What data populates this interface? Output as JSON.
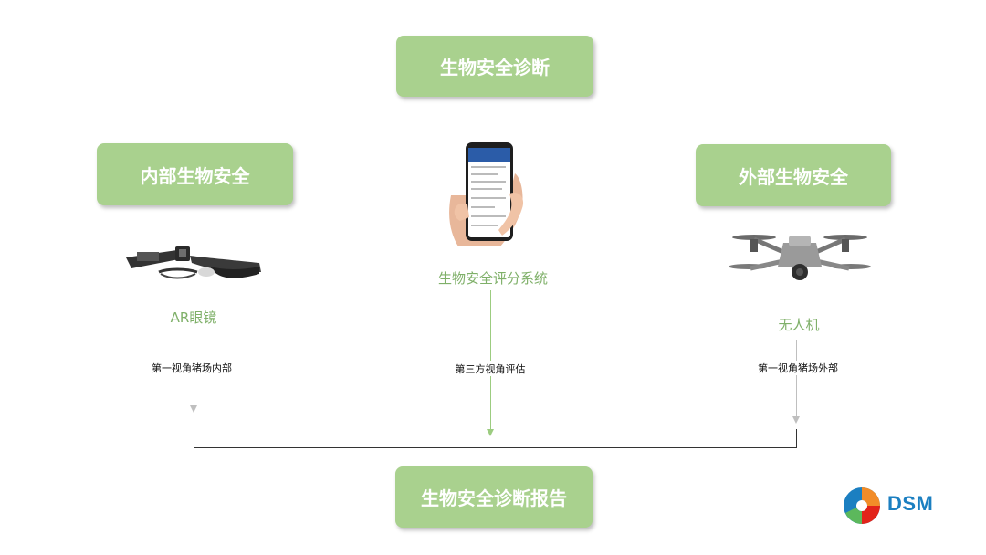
{
  "top_box": {
    "label": "生物安全诊断"
  },
  "left_box": {
    "label": "内部生物安全"
  },
  "right_box": {
    "label": "外部生物安全"
  },
  "bottom_box": {
    "label": "生物安全诊断报告"
  },
  "left_device": {
    "icon": "ar-glasses-icon",
    "label": "AR眼镜",
    "caption": "第一视角猪场内部"
  },
  "center_device": {
    "icon": "smartphone-icon",
    "label": "生物安全评分系统",
    "caption": "第三方视角评估"
  },
  "right_device": {
    "icon": "drone-icon",
    "label": "无人机",
    "caption": "第一视角猪场外部"
  },
  "logo": {
    "text": "DSM"
  },
  "colors": {
    "box_green": "#a9d18e",
    "label_green": "#7fb069",
    "logo_blue": "#1b7fc1"
  }
}
